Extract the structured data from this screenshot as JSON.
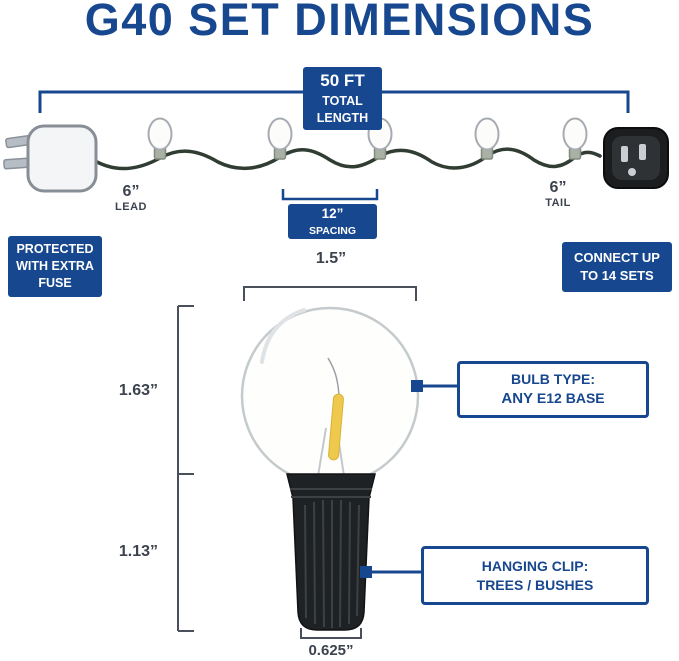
{
  "colors": {
    "accent": "#17478e"
  },
  "title": "G40 SET DIMENSIONS",
  "string_set": {
    "total_length": {
      "value": "50 FT",
      "line2": "TOTAL",
      "line3": "LENGTH"
    },
    "lead": {
      "value": "6”",
      "label": "LEAD"
    },
    "spacing": {
      "value": "12”",
      "label": "SPACING"
    },
    "tail": {
      "value": "6”",
      "label": "TAIL"
    },
    "fuse_note": {
      "line1": "PROTECTED",
      "line2": "WITH EXTRA",
      "line3": "FUSE"
    },
    "connect_note": {
      "line1": "CONNECT UP",
      "line2": "TO 14 SETS"
    }
  },
  "bulb_detail": {
    "width": "1.5”",
    "glass_height": "1.63”",
    "base_height": "1.13”",
    "base_width": "0.625”",
    "bulb_type": {
      "label": "BULB TYPE:",
      "emphasis": "ANY",
      "rest": "E12 BASE"
    },
    "hanging_clip": {
      "line1": "HANGING CLIP:",
      "line2": "TREES / BUSHES"
    }
  },
  "icons": {
    "plug": "two-prong-plug-illustration",
    "connector": "female-socket-illustration",
    "string_bulb": "small-globe-bulb",
    "bulb": "g40-globe-bulb-with-hanging-clip"
  }
}
